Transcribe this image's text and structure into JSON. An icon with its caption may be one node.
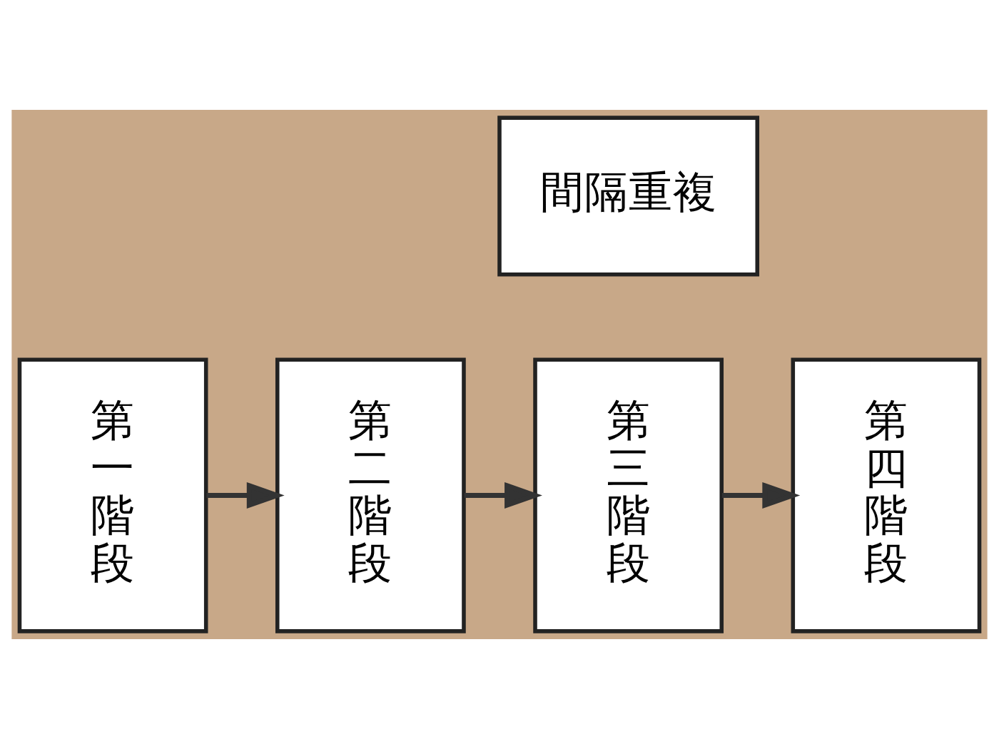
{
  "diagram": {
    "nodes": [
      {
        "text": [
          "間隔重複"
        ]
      },
      {
        "text": [
          "第一階段"
        ]
      },
      {
        "text": [
          "第二階段"
        ]
      },
      {
        "text": [
          "第三階段"
        ]
      },
      {
        "text": [
          "第四階段"
        ]
      }
    ],
    "edges": [
      {
        "from": 1,
        "to": 2,
        "arrow": "to"
      },
      {
        "from": 2,
        "to": 3,
        "arrow": "to"
      },
      {
        "from": 3,
        "to": 4,
        "arrow": "to"
      }
    ]
  }
}
